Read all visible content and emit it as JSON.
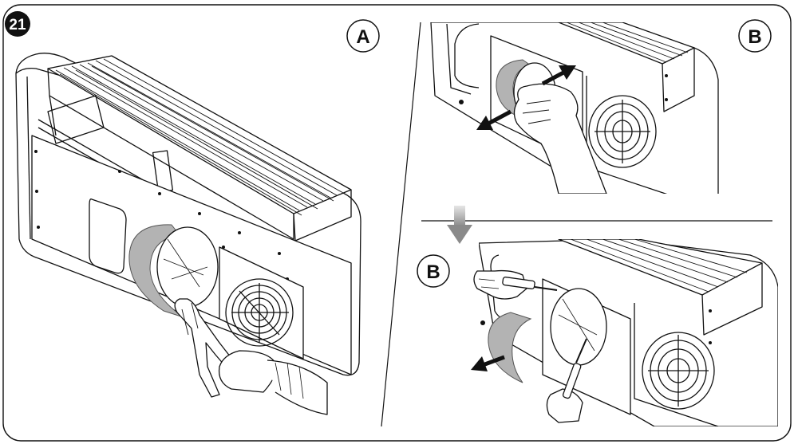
{
  "figure": {
    "step_number": "21",
    "panel_a_label": "A",
    "panel_b_label": "B",
    "panel_c_label": "B"
  },
  "colors": {
    "line": "#111111",
    "gasket_gray": "#b3b3b3",
    "arrow_gray": "#9a9a9a",
    "panel_white": "#ffffff"
  }
}
